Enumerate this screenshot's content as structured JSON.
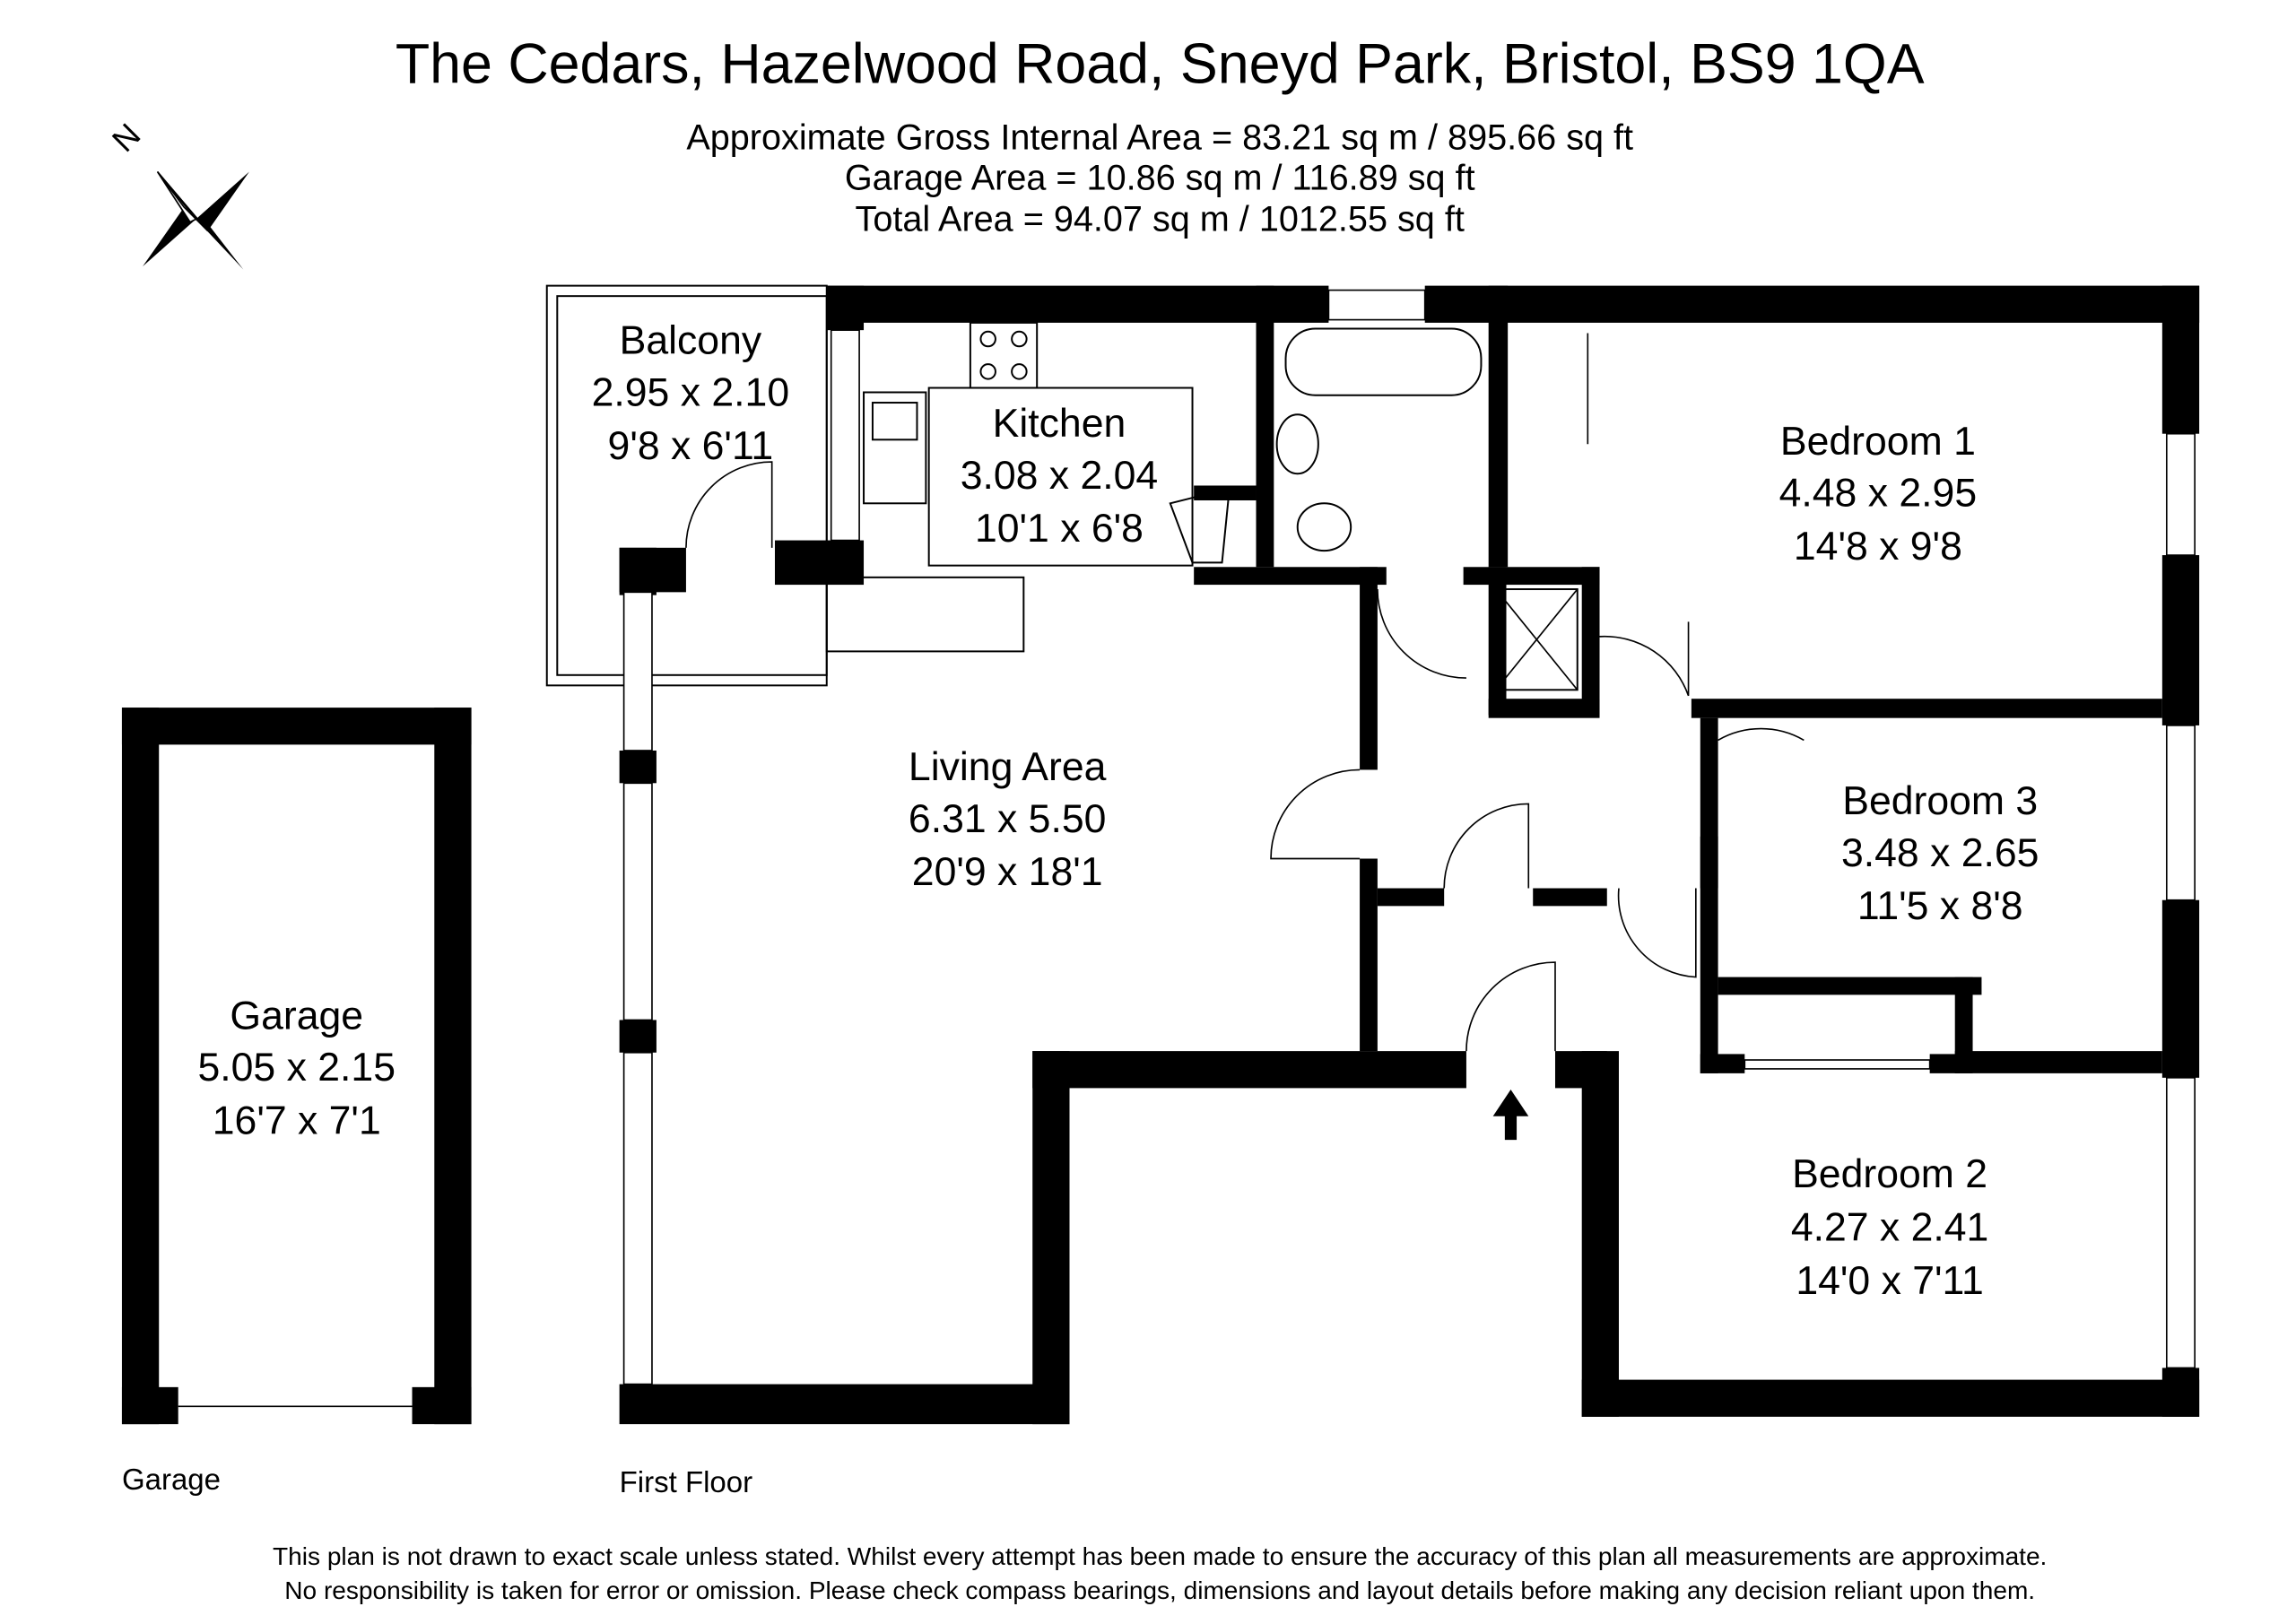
{
  "header": {
    "title": "The Cedars, Hazelwood Road, Sneyd Park, Bristol, BS9 1QA",
    "area_lines": [
      "Approximate Gross Internal Area = 83.21 sq m / 895.66 sq ft",
      "Garage Area = 10.86 sq m / 116.89 sq ft",
      "Total Area = 94.07 sq m / 1012.55 sq ft"
    ]
  },
  "compass": {
    "label": "N"
  },
  "rooms": {
    "balcony": {
      "name": "Balcony",
      "metric": "2.95 x 2.10",
      "imperial": "9'8 x 6'11"
    },
    "kitchen": {
      "name": "Kitchen",
      "metric": "3.08 x 2.04",
      "imperial": "10'1 x 6'8"
    },
    "living": {
      "name": "Living Area",
      "metric": "6.31 x 5.50",
      "imperial": "20'9 x 18'1"
    },
    "bedroom1": {
      "name": "Bedroom 1",
      "metric": "4.48 x 2.95",
      "imperial": "14'8 x 9'8"
    },
    "bedroom3": {
      "name": "Bedroom 3",
      "metric": "3.48 x 2.65",
      "imperial": "11'5 x 8'8"
    },
    "bedroom2": {
      "name": "Bedroom 2",
      "metric": "4.27 x 2.41",
      "imperial": "14'0 x 7'11"
    },
    "garage": {
      "name": "Garage",
      "metric": "5.05 x 2.15",
      "imperial": "16'7 x 7'1"
    }
  },
  "floor_labels": {
    "garage": "Garage",
    "first_floor": "First Floor"
  },
  "disclaimer": [
    "This plan is not drawn to exact scale unless stated.  Whilst every attempt has been made to ensure the accuracy of this plan all measurements are approximate.",
    "No responsibility is taken for error or omission.  Please check compass bearings, dimensions and layout details before making any decision reliant upon them."
  ]
}
